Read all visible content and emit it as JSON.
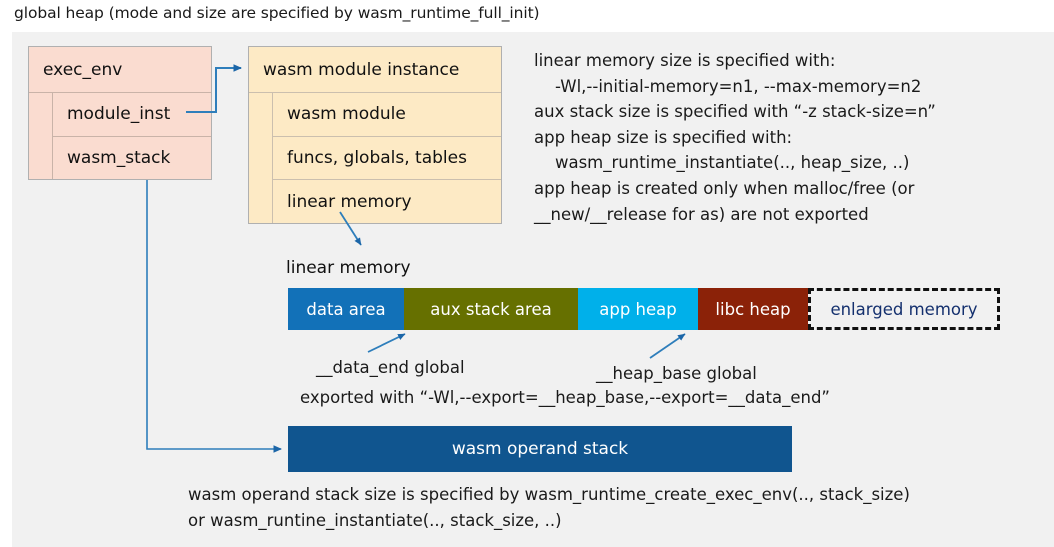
{
  "title": "global heap (mode and size are specified by wasm_runtime_full_init)",
  "exec_env": {
    "header": "exec_env",
    "rows": [
      {
        "label": "module_inst"
      },
      {
        "label": "wasm_stack"
      }
    ]
  },
  "module_instance": {
    "header": "wasm module instance",
    "rows": [
      {
        "label": "wasm module"
      },
      {
        "label": "funcs, globals, tables"
      },
      {
        "label": "linear memory"
      }
    ]
  },
  "notes": "linear memory size is specified with:\n    -Wl,--initial-memory=n1, --max-memory=n2\naux stack size is specified with “-z stack-size=n”\napp heap size is specified with:\n    wasm_runtime_instantiate(.., heap_size, ..)\napp heap is created only when malloc/free (or\n__new/__release for as) are not exported",
  "linear_memory": {
    "label": "linear memory",
    "segments": [
      {
        "name": "data area",
        "color": "#1271b8",
        "text_color": "#ffffff",
        "width": 116
      },
      {
        "name": "aux stack area",
        "color": "#667000",
        "text_color": "#ffffff",
        "width": 174
      },
      {
        "name": "app heap",
        "color": "#00b0ea",
        "text_color": "#ffffff",
        "width": 120
      },
      {
        "name": "libc heap",
        "color": "#8b2208",
        "text_color": "#ffffff",
        "width": 110
      },
      {
        "name": "enlarged memory",
        "color": "#f1f1f1",
        "text_color": "#14306e",
        "width": 192
      }
    ]
  },
  "annotations": {
    "data_end": "__data_end global",
    "heap_base": "__heap_base global",
    "exported": "exported with “-Wl,--export=__heap_base,--export=__data_end”"
  },
  "operand_stack": {
    "label": "wasm operand stack",
    "color": "#10558f"
  },
  "bottom_notes": "wasm operand stack size is specified by wasm_runtime_create_exec_env(.., stack_size)\nor wasm_runtine_instantiate(.., stack_size, ..)",
  "colors": {
    "panel_bg": "#f1f1f1",
    "exec_env_fill": "#fadcd0",
    "module_inst_fill": "#fdeac5",
    "connector": "#2e7ebb"
  }
}
